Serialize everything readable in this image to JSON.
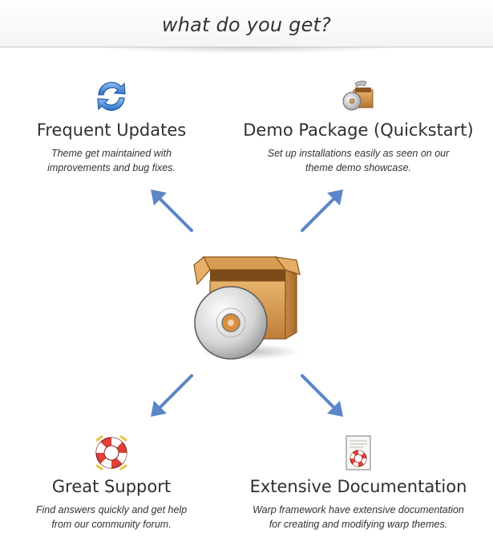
{
  "header": {
    "title": "what do you get?"
  },
  "features": [
    {
      "title": "Frequent Updates",
      "line1": "Theme get maintained with",
      "line2": "improvements and bug fixes.",
      "icon": "refresh-icon"
    },
    {
      "title": "Demo Package (Quickstart)",
      "line1": "Set up installations easily as seen on our",
      "line2": "theme demo showcase.",
      "icon": "package-disc-icon"
    },
    {
      "title": "Great Support",
      "line1": "Find answers quickly and get help",
      "line2": "from our community forum.",
      "icon": "lifebuoy-icon"
    },
    {
      "title": "Extensive Documentation",
      "line1": "Warp framework have extensive documentation",
      "line2": "for creating and modifying warp themes.",
      "icon": "document-lifebuoy-icon"
    }
  ],
  "center": {
    "icon": "box-with-disc-icon"
  },
  "colors": {
    "arrow": "#5b86c7",
    "box": "#c98a45",
    "lifebuoy": "#e0413a"
  }
}
